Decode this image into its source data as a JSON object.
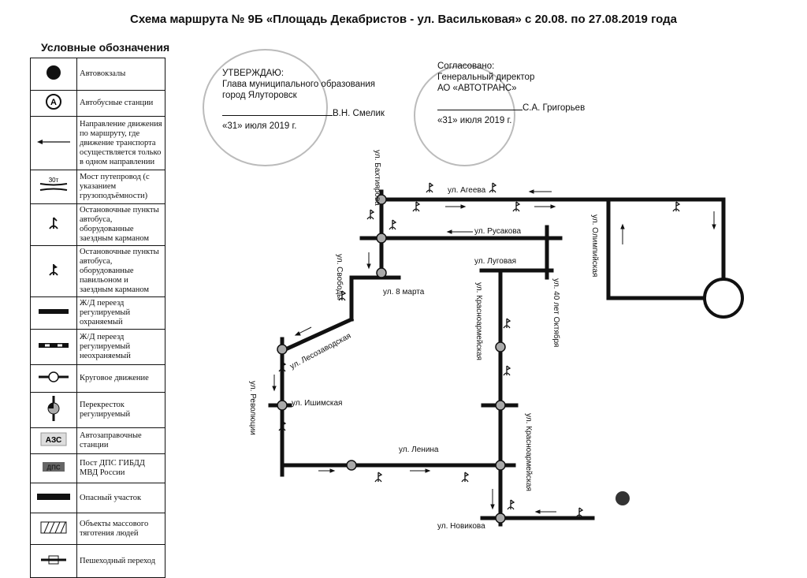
{
  "title": "Схема маршрута № 9Б «Площадь Декабристов - ул. Васильковая» с 20.08. по 27.08.2019 года",
  "legend": {
    "title": "Условные обозначения",
    "items": [
      {
        "icon": "bus-terminal-icon",
        "label": "Автовокзалы"
      },
      {
        "icon": "bus-station-icon",
        "label": "Автобусные станции",
        "symbol": "A"
      },
      {
        "icon": "one-way-arrow-icon",
        "label": "Направление движения по маршруту, где движение транспорта осуществляется только в одном направлении"
      },
      {
        "icon": "bridge-icon",
        "label": "Мост путепровод (с указанием грузоподъёмности)",
        "symbol": "30т"
      },
      {
        "icon": "bus-stop-pocket-icon",
        "label": "Остановочные пункты автобуса, оборудованные заездным карманом"
      },
      {
        "icon": "bus-stop-pavilion-icon",
        "label": "Остановочные пункты автобуса, оборудованные павильоном и заездным карманом"
      },
      {
        "icon": "rail-crossing-guarded-icon",
        "label": "Ж/Д переезд регулируемый охраняемый"
      },
      {
        "icon": "rail-crossing-unguarded-icon",
        "label": "Ж/Д переезд регулируемый неохраняемый"
      },
      {
        "icon": "roundabout-icon",
        "label": "Круговое движение"
      },
      {
        "icon": "traffic-light-intersection-icon",
        "label": "Перекресток регулируемый"
      },
      {
        "icon": "gas-station-icon",
        "label": "Автозаправочные станции",
        "symbol": "АЗС"
      },
      {
        "icon": "police-post-icon",
        "label": "Пост ДПС ГИБДД МВД России",
        "symbol": "ДПС"
      },
      {
        "icon": "dangerous-section-icon",
        "label": "Опасный участок"
      },
      {
        "icon": "crowd-objects-icon",
        "label": "Объекты массового тяготения людей"
      },
      {
        "icon": "pedestrian-crossing-icon",
        "label": "Пешеходный переход"
      }
    ]
  },
  "approval_left": {
    "line1": "УТВЕРЖДАЮ:",
    "line2": "Глава муниципального образования",
    "line3": "город Ялуторовск",
    "name": "В.Н. Смелик",
    "date": "«31» июля 2019 г."
  },
  "approval_right": {
    "line1": "Согласовано:",
    "line2": "Генеральный директор",
    "line3": "АО «АВТОТРАНС»",
    "name": "С.А. Григорьев",
    "date": "«31» июля 2019 г."
  },
  "streets": {
    "ageeva": "ул. Агеева",
    "bakhtiyarova": "ул. Бахтиярова",
    "rusakova": "ул. Русакова",
    "lugovaya": "ул. Луговая",
    "oktyabrya": "ул. 40 лет Октября",
    "olimpiyskaya": "ул. Олимпийская",
    "svobody": "ул. Свободы",
    "marta": "ул. 8 марта",
    "krasnoarmeyskaya1": "ул. Красноармейская",
    "krasnoarmeyskaya2": "ул. Красноармейская",
    "lesozavodskaya": "ул. Лесозаводская",
    "revolyutsii": "ул. Революции",
    "ishimskaya": "ул. Ишимская",
    "lenina": "ул. Ленина",
    "novikova": "ул. Новикова"
  },
  "colors": {
    "ink": "#111111",
    "stamp": "#b8b8b8"
  }
}
